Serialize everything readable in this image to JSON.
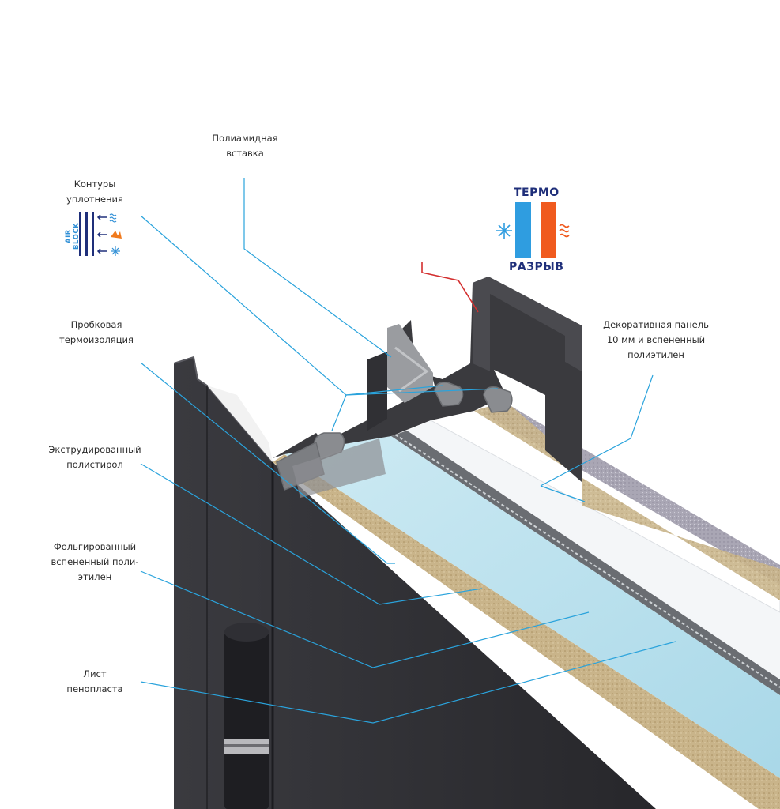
{
  "labels": {
    "polyamide": [
      "Полиамидная",
      "вставка"
    ],
    "seals": [
      "Контуры",
      "уплотнения"
    ],
    "cork": [
      "Пробковая",
      "термоизоляция"
    ],
    "xps": [
      "Экструдированный",
      "полистирол"
    ],
    "foil_pe": [
      "Фольгированный",
      "вспененный поли-",
      "этилен"
    ],
    "foam_sheet": [
      "Лист",
      "пенопласта"
    ],
    "decor_panel": [
      "Декоративная панель",
      "10 мм и вспененный",
      "полиэтилен"
    ]
  },
  "airblock": {
    "text": "AIR BLOCK",
    "icons": [
      "airflow-icon",
      "fire-icon",
      "snowflake-icon"
    ]
  },
  "thermo_badge": {
    "top_text": "ТЕРМО",
    "bottom_text": "РАЗРЫВ",
    "cold_color": "#2f9de0",
    "hot_color": "#f05a1e",
    "icons": [
      "snowflake-icon",
      "heat-waves-icon"
    ]
  },
  "colors": {
    "leader_line": "#2aa3dc",
    "thermo_marker": "#d32f2f",
    "steel": "#2e2e32",
    "xps_fill": "#bfe3ef",
    "foam_fill": "#f4f6f8",
    "cork_fill": "#c9b48a",
    "seal_gray": "#8a8c90"
  }
}
